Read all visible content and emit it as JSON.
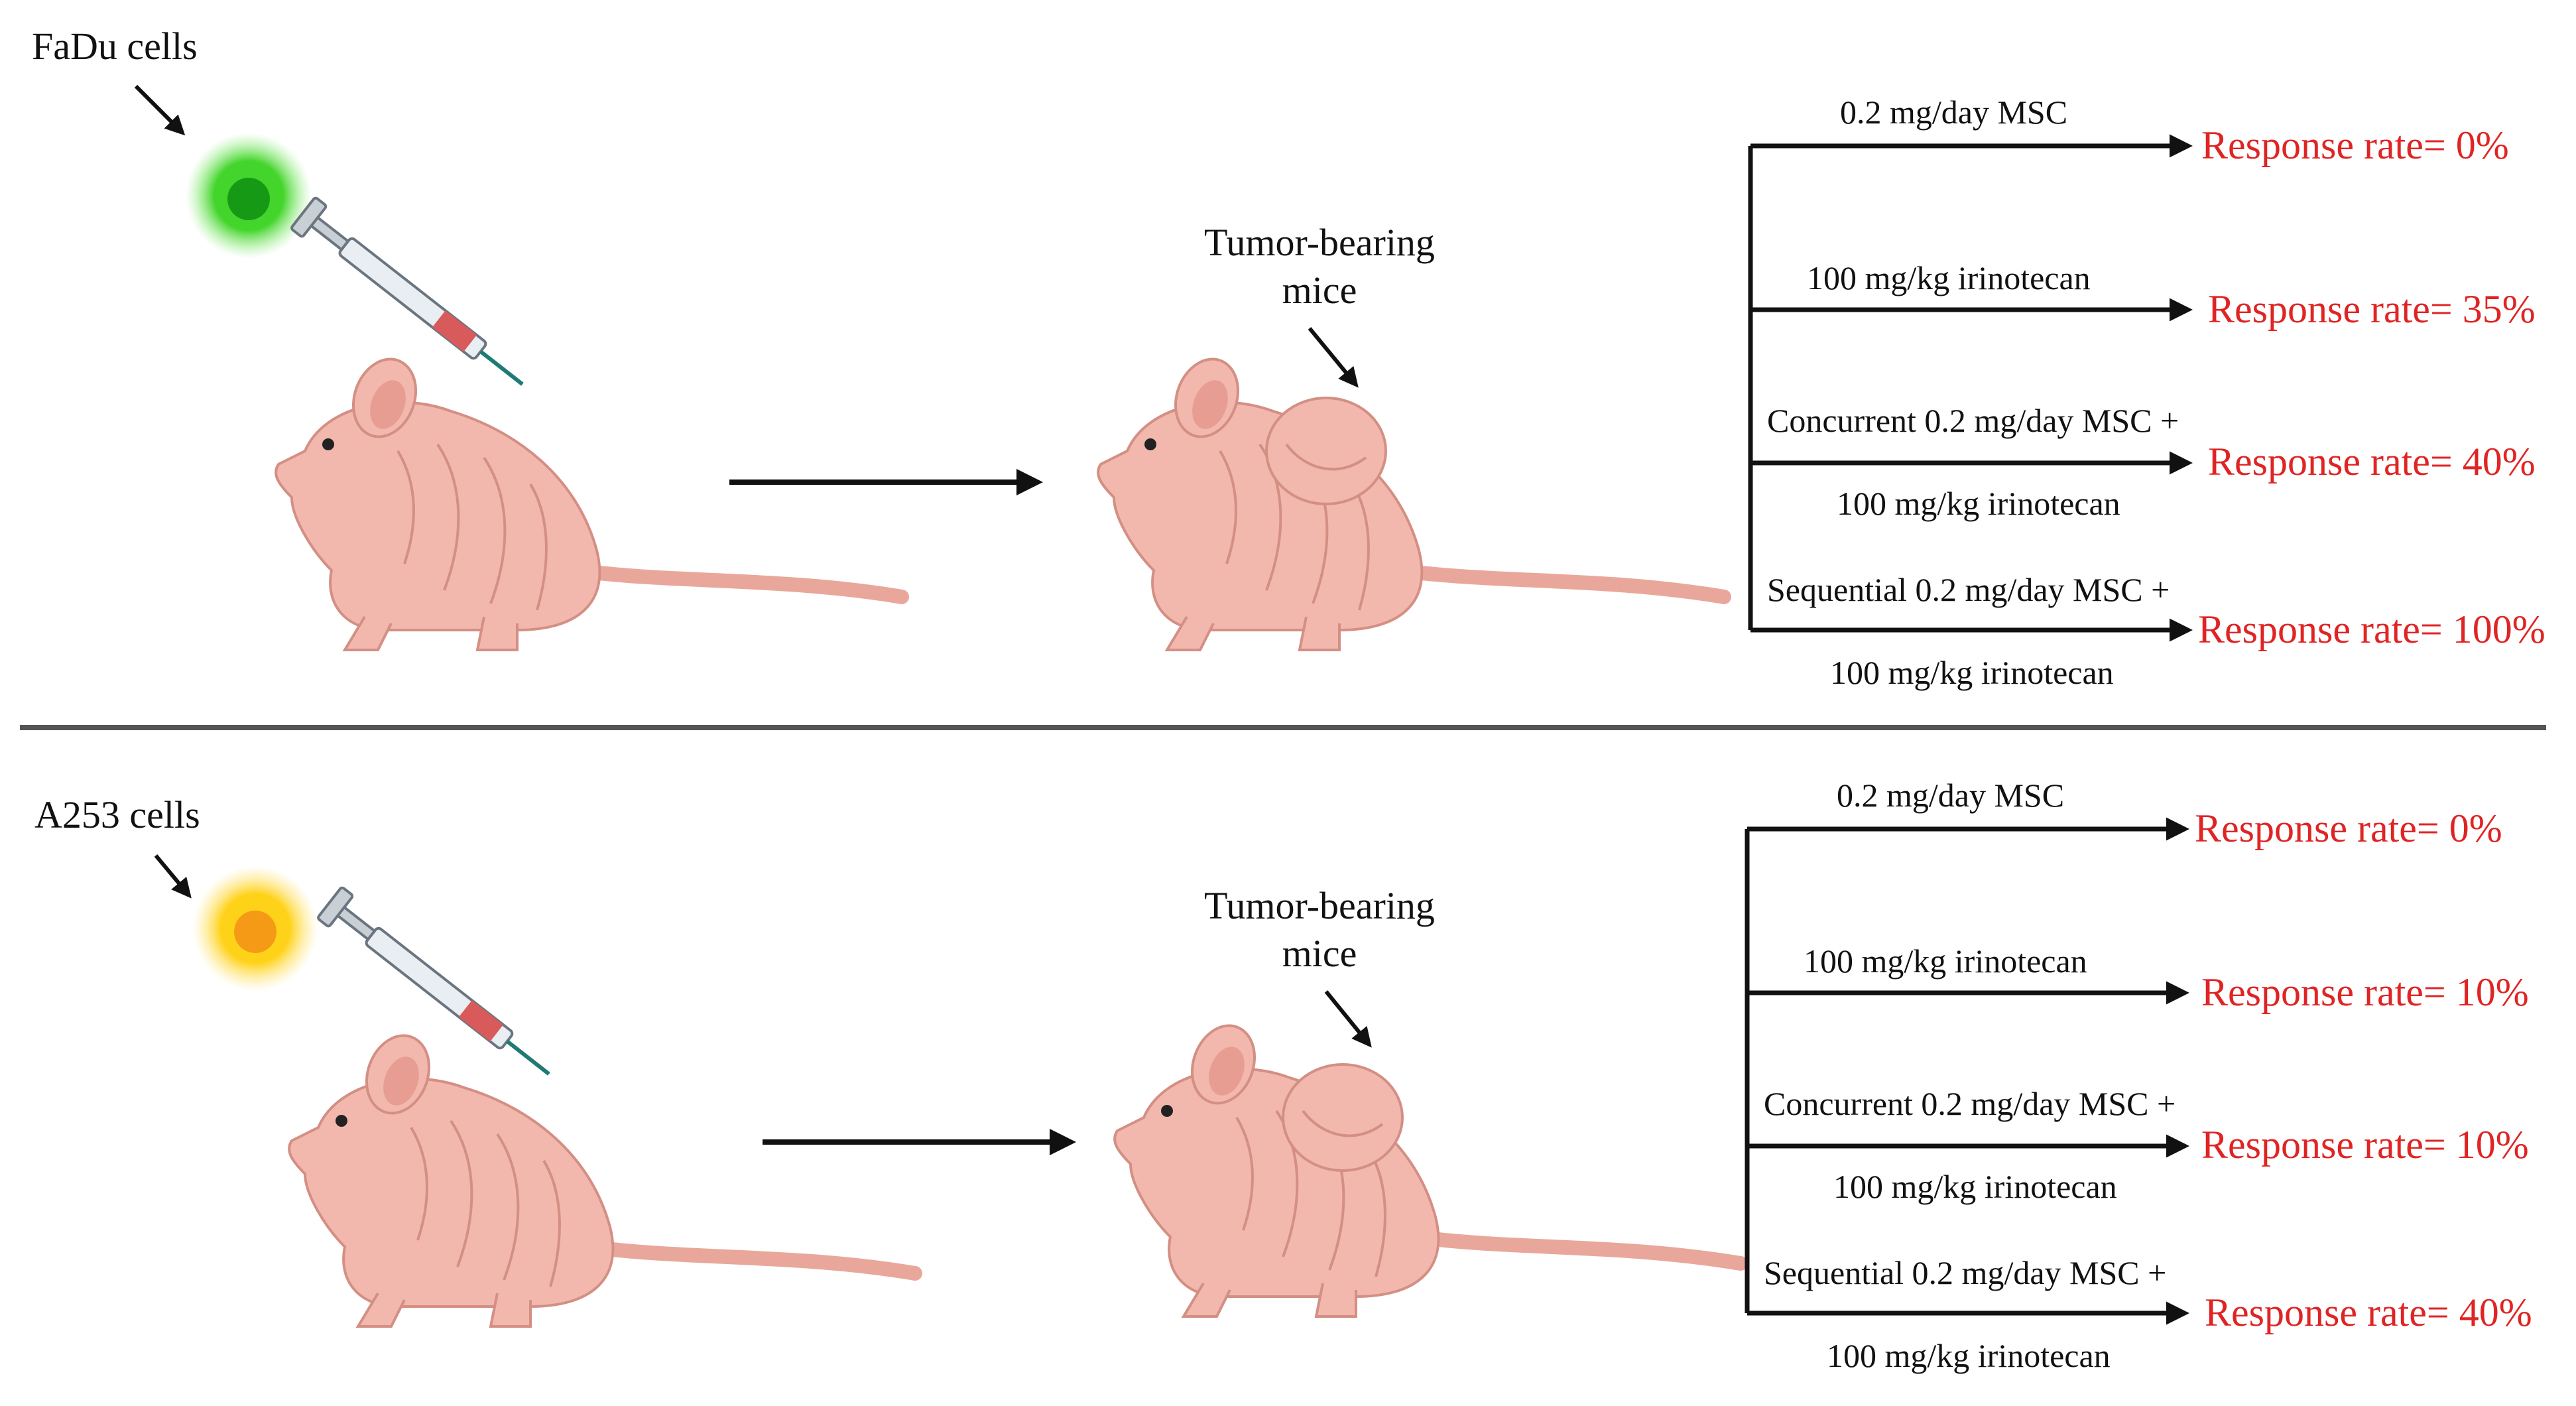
{
  "colors": {
    "response": "#e02424",
    "mouse_body": "#f2b8ad",
    "mouse_outline": "#d48f84",
    "divider": "#555555",
    "arrow": "#111111"
  },
  "panels": [
    {
      "cell_label": "FaDu cells",
      "cell_color": "#44d52c",
      "cell_core": "#169a16",
      "tumor_label_1": "Tumor-bearing",
      "tumor_label_2": "mice",
      "branches": [
        {
          "treatment": "0.2 mg/day MSC",
          "treatment_line2": "",
          "response": "Response rate= 0%"
        },
        {
          "treatment": "100 mg/kg irinotecan",
          "treatment_line2": "",
          "response": "Response rate= 35%"
        },
        {
          "treatment": "Concurrent 0.2 mg/day MSC +",
          "treatment_line2": "100 mg/kg irinotecan",
          "response": "Response rate= 40%"
        },
        {
          "treatment": "Sequential 0.2 mg/day MSC +",
          "treatment_line2": "100 mg/kg irinotecan",
          "response": "Response rate= 100%"
        }
      ]
    },
    {
      "cell_label": "A253 cells",
      "cell_color": "#ffd21a",
      "cell_core": "#f59a16",
      "tumor_label_1": "Tumor-bearing",
      "tumor_label_2": "mice",
      "branches": [
        {
          "treatment": "0.2 mg/day MSC",
          "treatment_line2": "",
          "response": "Response rate= 0%"
        },
        {
          "treatment": "100 mg/kg irinotecan",
          "treatment_line2": "",
          "response": "Response rate= 10%"
        },
        {
          "treatment": "Concurrent 0.2 mg/day MSC +",
          "treatment_line2": "100 mg/kg irinotecan",
          "response": "Response rate= 10%"
        },
        {
          "treatment": "Sequential 0.2 mg/day MSC +",
          "treatment_line2": "100 mg/kg irinotecan",
          "response": "Response rate= 40%"
        }
      ]
    }
  ]
}
